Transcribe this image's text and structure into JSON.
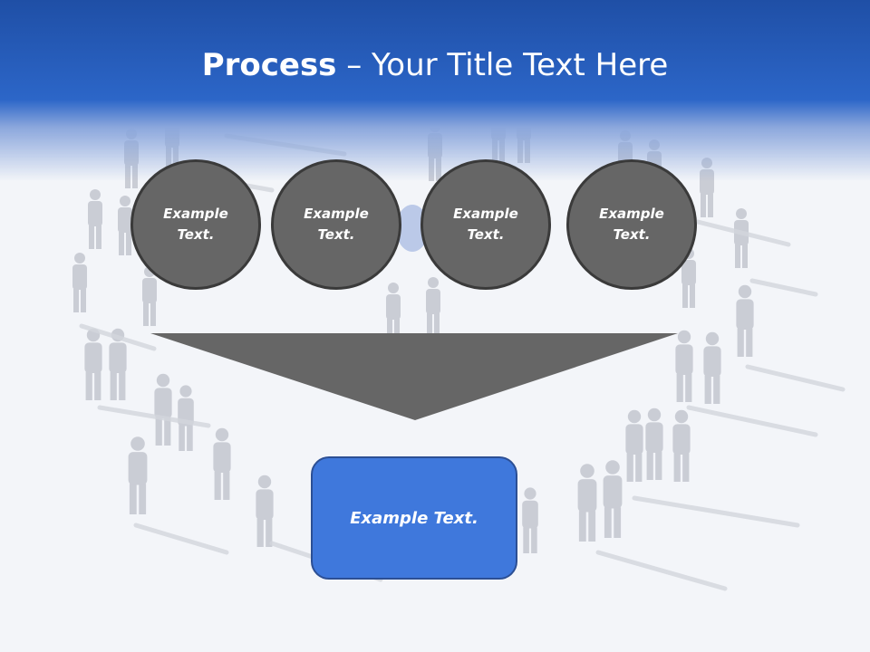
{
  "slide": {
    "title_bold": "Process",
    "title_rest": " – Your Title Text Here"
  },
  "process_steps": [
    {
      "label": "Example Text."
    },
    {
      "label": "Example Text."
    },
    {
      "label": "Example Text."
    },
    {
      "label": "Example Text."
    }
  ],
  "result_box": {
    "label": "Example Text."
  },
  "colors": {
    "header_blue": "#2c66c8",
    "circle_fill": "#666666",
    "funnel_fill": "#666666",
    "result_fill": "#3f78dc"
  }
}
